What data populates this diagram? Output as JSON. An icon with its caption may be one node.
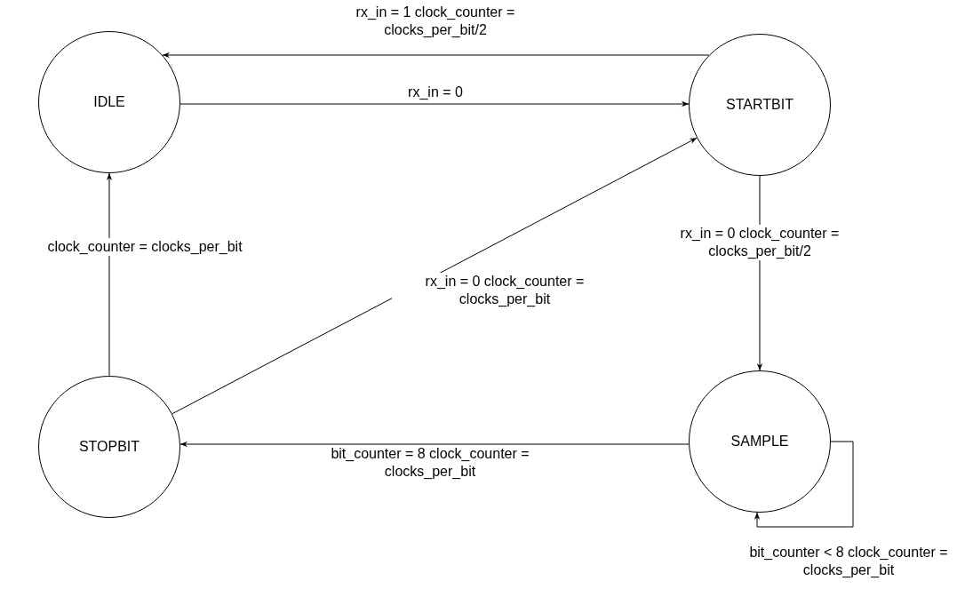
{
  "diagram": {
    "nodes": [
      {
        "text": [
          "IDLE"
        ]
      },
      {
        "text": [
          "STARTBIT"
        ]
      },
      {
        "text": [
          "STOPBIT"
        ]
      },
      {
        "text": [
          "SAMPLE"
        ]
      }
    ],
    "edges": [
      {
        "from": 1,
        "to": 0,
        "arrow": "to",
        "label": "rx_in = 1 clock_counter = clocks_per_bit/2"
      },
      {
        "from": 0,
        "to": 1,
        "arrow": "to",
        "label": "rx_in = 0"
      },
      {
        "from": 1,
        "to": 3,
        "arrow": "to",
        "label": "rx_in = 0 clock_counter = clocks_per_bit/2"
      },
      {
        "from": 3,
        "to": 2,
        "arrow": "to",
        "label": "bit_counter = 8 clock_counter = clocks_per_bit"
      },
      {
        "from": 2,
        "to": 1,
        "arrow": "to",
        "label": "rx_in = 0 clock_counter = clocks_per_bit"
      },
      {
        "from": 2,
        "to": 0,
        "arrow": "to",
        "label": "clock_counter = clocks_per_bit"
      },
      {
        "from": 3,
        "to": 3,
        "arrow": "to",
        "label": "bit_counter < 8 clock_counter = clocks_per_bit"
      }
    ]
  }
}
